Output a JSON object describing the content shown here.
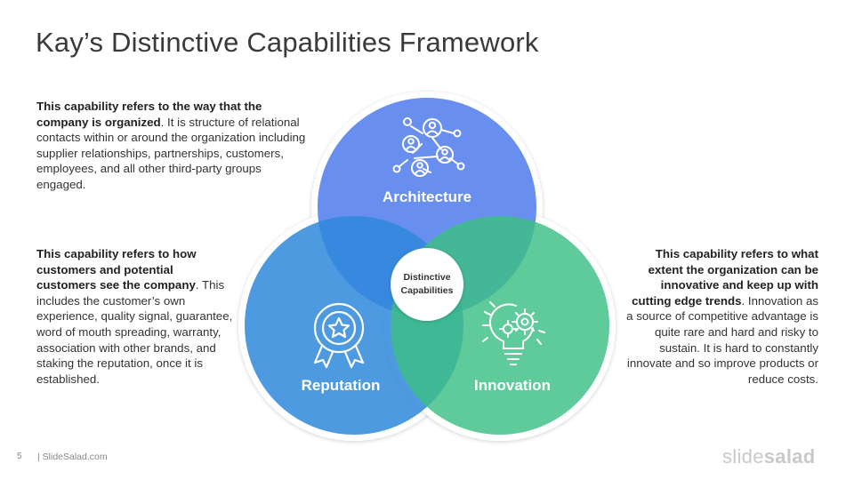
{
  "slide": {
    "title": "Kay’s Distinctive Capabilities Framework",
    "page_number": "5",
    "footer": "| SlideSalad.com",
    "logo": {
      "part1": "slide",
      "part2": "salad"
    }
  },
  "diagram": {
    "center_label_line1": "Distinctive",
    "center_label_line2": "Capabilities",
    "circles": [
      {
        "label": "Architecture",
        "color": "#5b86ee",
        "icon": "network-people-icon"
      },
      {
        "label": "Reputation",
        "color": "#3c8fdf",
        "icon": "award-ribbon-icon"
      },
      {
        "label": "Innovation",
        "color": "#3fbf86",
        "icon": "lightbulb-gears-icon"
      }
    ]
  },
  "descriptions": {
    "architecture": {
      "bold": "This capability refers to the way that the company is organized",
      "rest": ". It is structure of relational contacts within or around the organization including supplier relationships, partnerships, customers, employees, and all other third-party groups engaged."
    },
    "reputation": {
      "bold": "This capability refers to how customers and potential customers see the company",
      "rest": ". This includes the customer’s own experience, quality signal, guarantee, word of mouth spreading, warranty, association with other brands, and staking the reputation, once it is established."
    },
    "innovation": {
      "bold": "This capability refers to what extent the organization can be innovative and keep up with cutting edge trends",
      "rest": ". Innovation as a source of competitive advantage is quite rare and hard and risky to sustain. It is hard to constantly innovate and so improve products or reduce costs."
    }
  }
}
